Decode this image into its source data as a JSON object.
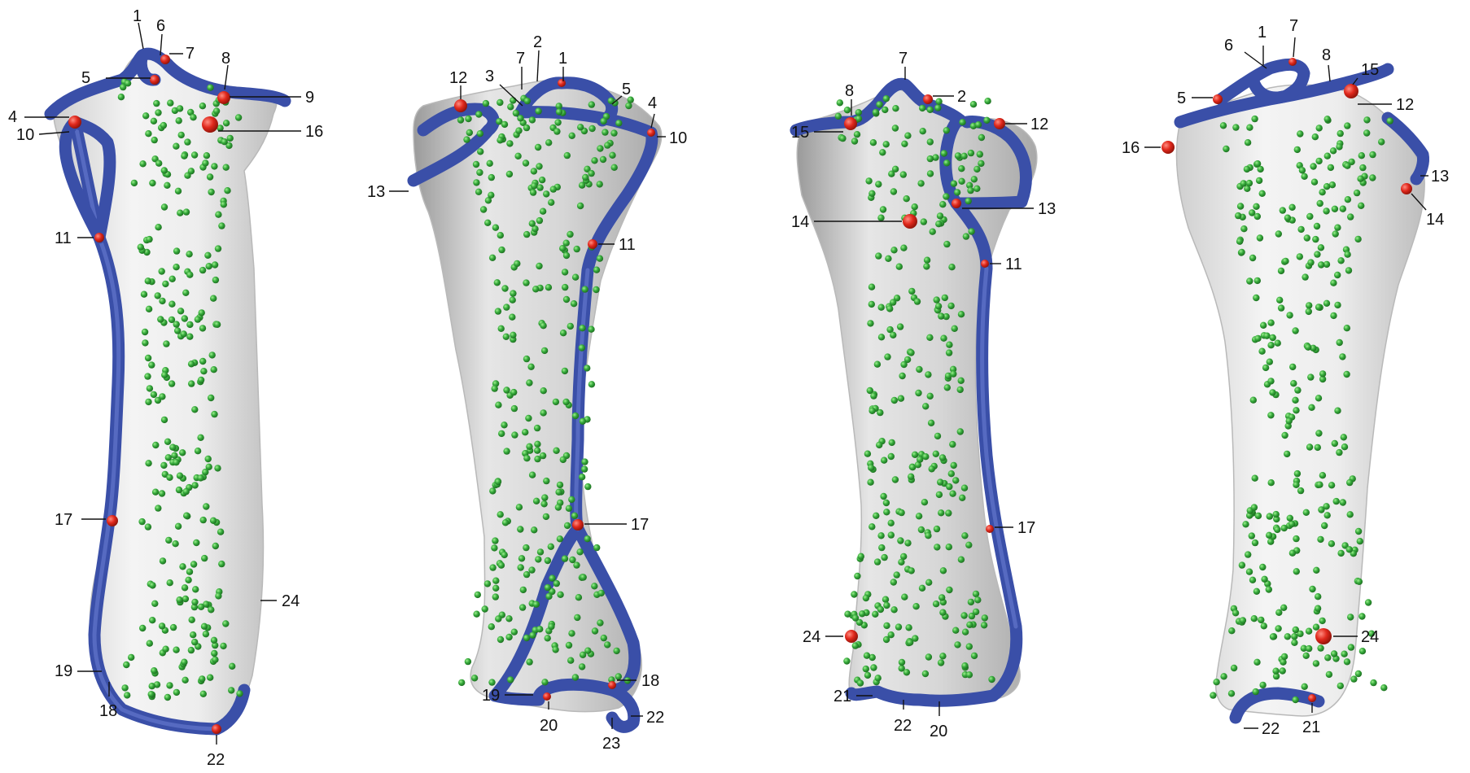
{
  "colors": {
    "curve": "#3a4fa8",
    "fixed_landmark": "#d8261d",
    "surface_semilandmark": "#2f9e32",
    "bone": "#e8e8e8",
    "label": "#111111"
  },
  "views": [
    {
      "id": "view-1",
      "landmarks": [
        {
          "n": "1"
        },
        {
          "n": "6"
        },
        {
          "n": "7"
        },
        {
          "n": "5"
        },
        {
          "n": "8"
        },
        {
          "n": "9"
        },
        {
          "n": "4"
        },
        {
          "n": "10"
        },
        {
          "n": "16"
        },
        {
          "n": "11"
        },
        {
          "n": "17"
        },
        {
          "n": "24"
        },
        {
          "n": "19"
        },
        {
          "n": "18"
        },
        {
          "n": "22"
        }
      ]
    },
    {
      "id": "view-2",
      "landmarks": [
        {
          "n": "2"
        },
        {
          "n": "7"
        },
        {
          "n": "1"
        },
        {
          "n": "12"
        },
        {
          "n": "3"
        },
        {
          "n": "5"
        },
        {
          "n": "4"
        },
        {
          "n": "10"
        },
        {
          "n": "13"
        },
        {
          "n": "11"
        },
        {
          "n": "17"
        },
        {
          "n": "18"
        },
        {
          "n": "19"
        },
        {
          "n": "20"
        },
        {
          "n": "22"
        },
        {
          "n": "23"
        }
      ]
    },
    {
      "id": "view-3",
      "landmarks": [
        {
          "n": "7"
        },
        {
          "n": "8"
        },
        {
          "n": "2"
        },
        {
          "n": "15"
        },
        {
          "n": "12"
        },
        {
          "n": "13"
        },
        {
          "n": "14"
        },
        {
          "n": "11"
        },
        {
          "n": "17"
        },
        {
          "n": "24"
        },
        {
          "n": "21"
        },
        {
          "n": "22"
        },
        {
          "n": "20"
        }
      ]
    },
    {
      "id": "view-4",
      "landmarks": [
        {
          "n": "6"
        },
        {
          "n": "1"
        },
        {
          "n": "7"
        },
        {
          "n": "8"
        },
        {
          "n": "15"
        },
        {
          "n": "5"
        },
        {
          "n": "12"
        },
        {
          "n": "16"
        },
        {
          "n": "13"
        },
        {
          "n": "14"
        },
        {
          "n": "24"
        },
        {
          "n": "22"
        },
        {
          "n": "21"
        }
      ]
    }
  ]
}
